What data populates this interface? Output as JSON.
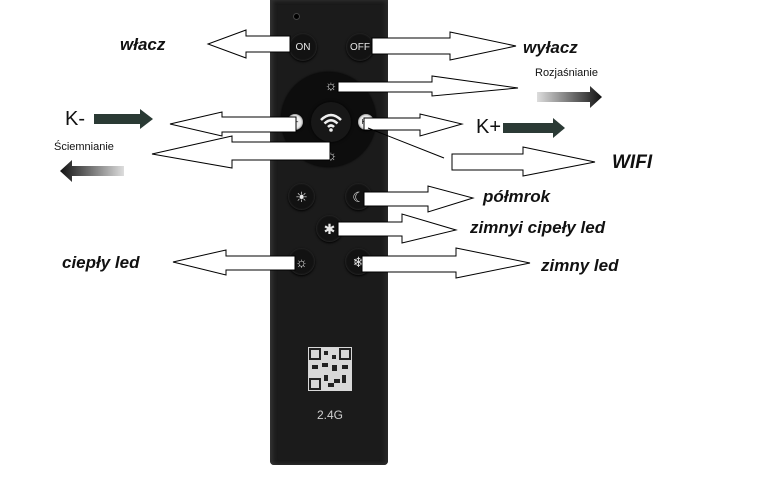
{
  "remote": {
    "buttons": {
      "on": "ON",
      "off": "OFF",
      "k_minus_glyph": "K-",
      "k_plus_glyph": "K+",
      "frequency": "2.4G"
    }
  },
  "labels": {
    "on": "włacz",
    "off": "wyłacz",
    "brighten": "Rozjaśnianie",
    "dim": "Ściemnianie",
    "k_minus": "K-",
    "k_plus": "K+",
    "wifi": "WIFI",
    "night": "półmrok",
    "cool_warm": "zimnyi cipeły led",
    "warm": "ciepły led",
    "cool": "zimny led"
  },
  "icons": {
    "brighten": "☼",
    "dim": "☼",
    "wifi": "wifi",
    "reading": "☀",
    "moon": "☾",
    "snow_sun": "✱",
    "sun": "☼",
    "snow": "❄"
  }
}
